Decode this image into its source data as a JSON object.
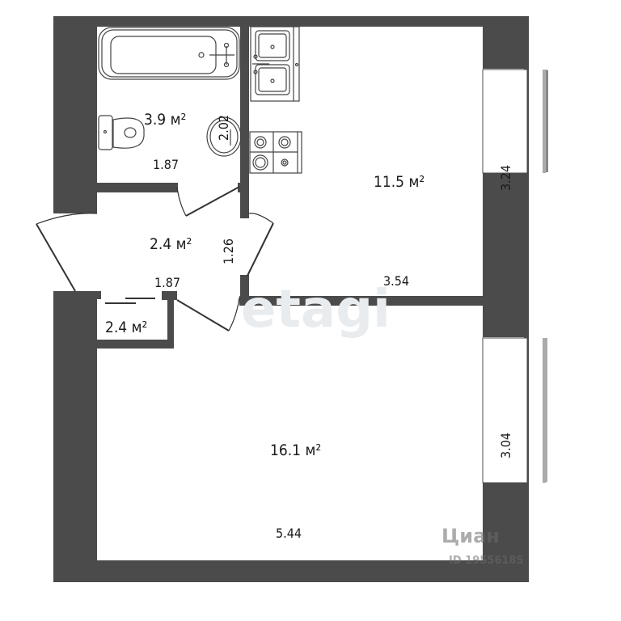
{
  "plan": {
    "wall_color": "#4b4b4b",
    "floor_color": "#ffffff",
    "rooms": [
      {
        "id": "bathroom",
        "area": "3.9 м²",
        "width": "1.87",
        "length": "2.02"
      },
      {
        "id": "kitchen",
        "area": "11.5 м²",
        "width": "3.54",
        "length": "3.24"
      },
      {
        "id": "hallway",
        "area": "2.4 м²",
        "width": "1.87",
        "length": "1.26"
      },
      {
        "id": "closet",
        "area": "2.4 м²"
      },
      {
        "id": "living-room",
        "area": "16.1 м²",
        "width": "5.44",
        "length": "3.04"
      }
    ],
    "watermarks": {
      "center": "etagi",
      "corner_brand": "Циан",
      "corner_id": "ID 19556185"
    }
  }
}
